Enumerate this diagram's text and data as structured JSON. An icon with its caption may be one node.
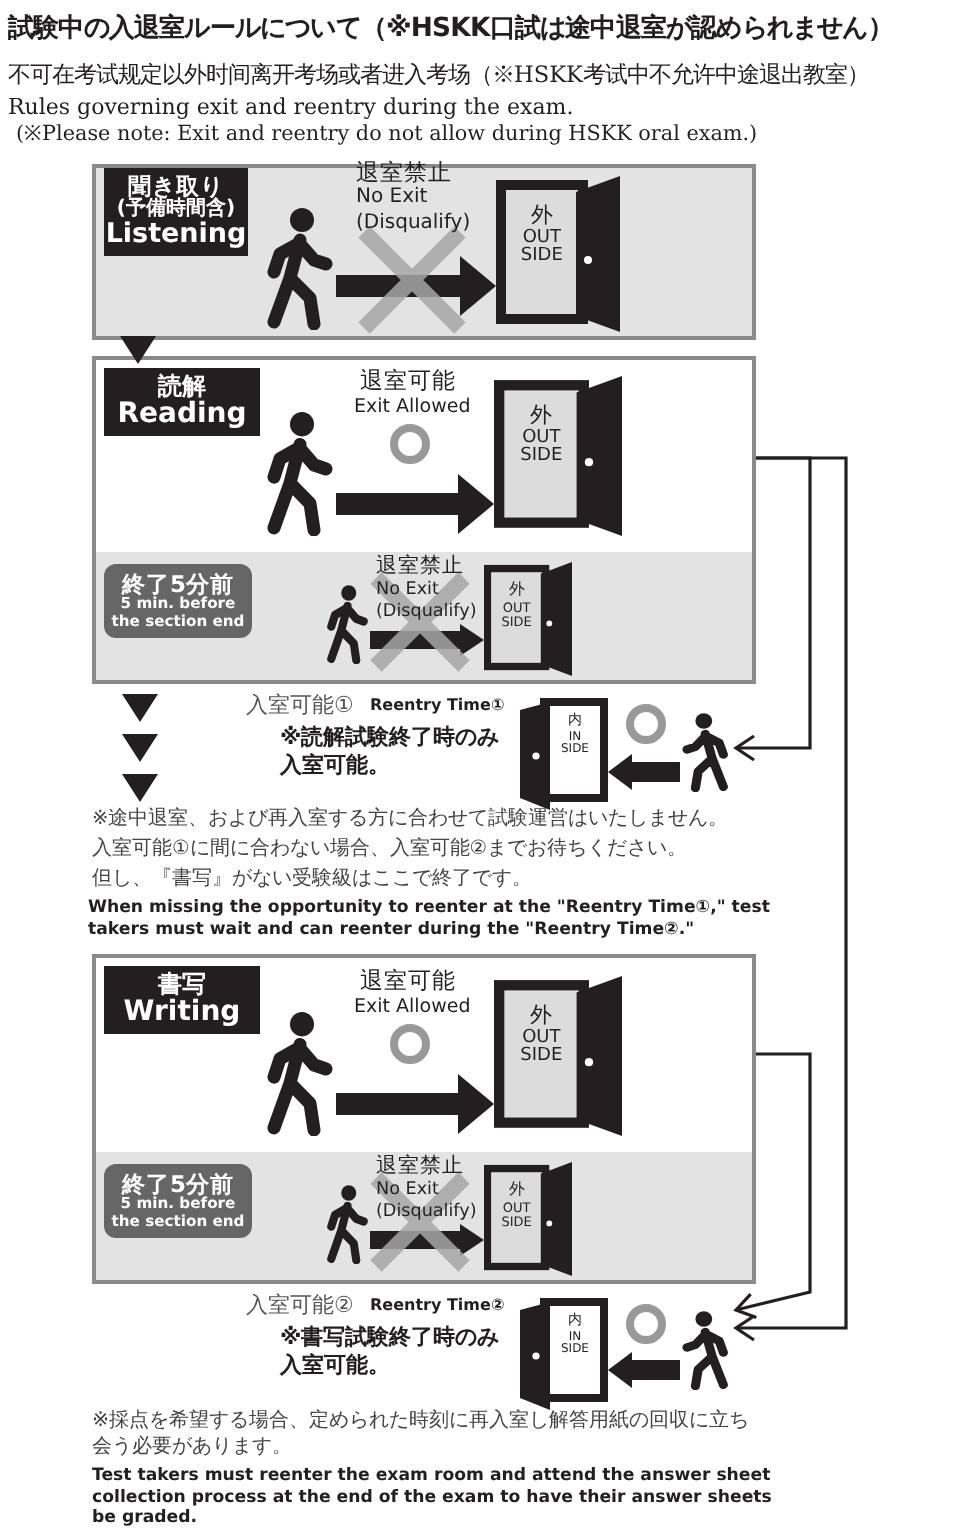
{
  "diagram": {
    "title": "試験中の入退室ルールについて（※HSKK口試は途中退室が認められません）",
    "nodes": [
      {
        "text": [],
        "shape": "box"
      },
      {
        "text": [
          "聞き取り",
          "(予備時間含)",
          "Listening"
        ],
        "in": 0
      },
      {
        "text": [],
        "shape": "person",
        "in": 0
      },
      {
        "text": [
          "外",
          "OUT SIDE"
        ],
        "in": 0
      },
      {
        "text": [],
        "shape": "box"
      },
      {
        "text": [
          "読解",
          "Reading"
        ],
        "in": 4
      },
      {
        "text": [],
        "shape": "person",
        "in": 4
      },
      {
        "text": [
          "外",
          "OUT SIDE"
        ],
        "in": 4
      },
      {
        "text": [],
        "shape": "box",
        "in": 4
      },
      {
        "text": [
          "終了5分前",
          "5 min. before the section end"
        ],
        "in": 8
      },
      {
        "text": [],
        "shape": "person",
        "in": 8
      },
      {
        "text": [
          "外",
          "OUT SIDE"
        ],
        "in": 8
      },
      {
        "text": [
          "内",
          "IN SIDE"
        ]
      },
      {
        "text": [],
        "shape": "person"
      },
      {
        "text": [],
        "shape": "box"
      },
      {
        "text": [
          "書写",
          "Writing"
        ],
        "in": 14
      },
      {
        "text": [],
        "shape": "person",
        "in": 14
      },
      {
        "text": [
          "外",
          "OUT SIDE"
        ],
        "in": 14
      },
      {
        "text": [],
        "shape": "box",
        "in": 14
      },
      {
        "text": [
          "終了5分前",
          "5 min. before the section end"
        ],
        "in": 18
      },
      {
        "text": [],
        "shape": "person",
        "in": 18
      },
      {
        "text": [
          "外",
          "OUT SIDE"
        ],
        "in": 18
      },
      {
        "text": [
          "内",
          "IN SIDE"
        ]
      },
      {
        "text": [],
        "shape": "person"
      }
    ],
    "edges": [
      {
        "from": 0,
        "to": 4,
        "arrow": "to"
      },
      {
        "from": 2,
        "to": 3,
        "arrow": "to"
      },
      {
        "from": 6,
        "to": 7,
        "arrow": "to"
      },
      {
        "from": 10,
        "to": 11,
        "arrow": "to"
      },
      {
        "from": 4,
        "to": 13,
        "arrow": "to"
      },
      {
        "from": 13,
        "to": 12,
        "arrow": "to"
      },
      {
        "from": 16,
        "to": 17,
        "arrow": "to"
      },
      {
        "from": 20,
        "to": 21,
        "arrow": "to"
      },
      {
        "from": 14,
        "to": 23,
        "arrow": "to"
      },
      {
        "from": 4,
        "to": 23,
        "arrow": "to"
      },
      {
        "from": 23,
        "to": 22,
        "arrow": "to"
      }
    ],
    "labels": [
      "不可在考试规定以外时间离开考场或者进入考场（※HSKK考试中不允许中途退出教室）",
      "Rules governing exit and reentry during the exam.",
      "(※Please note: Exit and reentry do not allow during HSKK oral exam.)",
      "退室禁止",
      "No Exit (Disqualify)",
      "退室可能",
      "Exit Allowed",
      "退室禁止",
      "No Exit (Disqualify)",
      "入室可能①",
      "Reentry Time①",
      "※読解試験終了時のみ入室可能。",
      "※途中退室、および再入室する方に合わせて試験運営はいたしません。",
      "入室可能①に間に合わない場合、入室可能②までお待ちください。",
      "但し、『書写』がない受験級はここで終了です。",
      "When missing the opportunity to reenter at the \"Reentry Time①,\" test takers must wait and can reenter during the \"Reentry Time②.\"",
      "退室可能",
      "Exit Allowed",
      "退室禁止",
      "No Exit (Disqualify)",
      "入室可能②",
      "Reentry Time②",
      "※書写試験終了時のみ入室可能。",
      "※採点を希望する場合、定められた時刻に再入室し解答用紙の回収に立ち会う必要があります。",
      "Test takers must reenter the exam room and attend the answer sheet collection process at the end of the exam to have their answer sheets be graded."
    ]
  }
}
